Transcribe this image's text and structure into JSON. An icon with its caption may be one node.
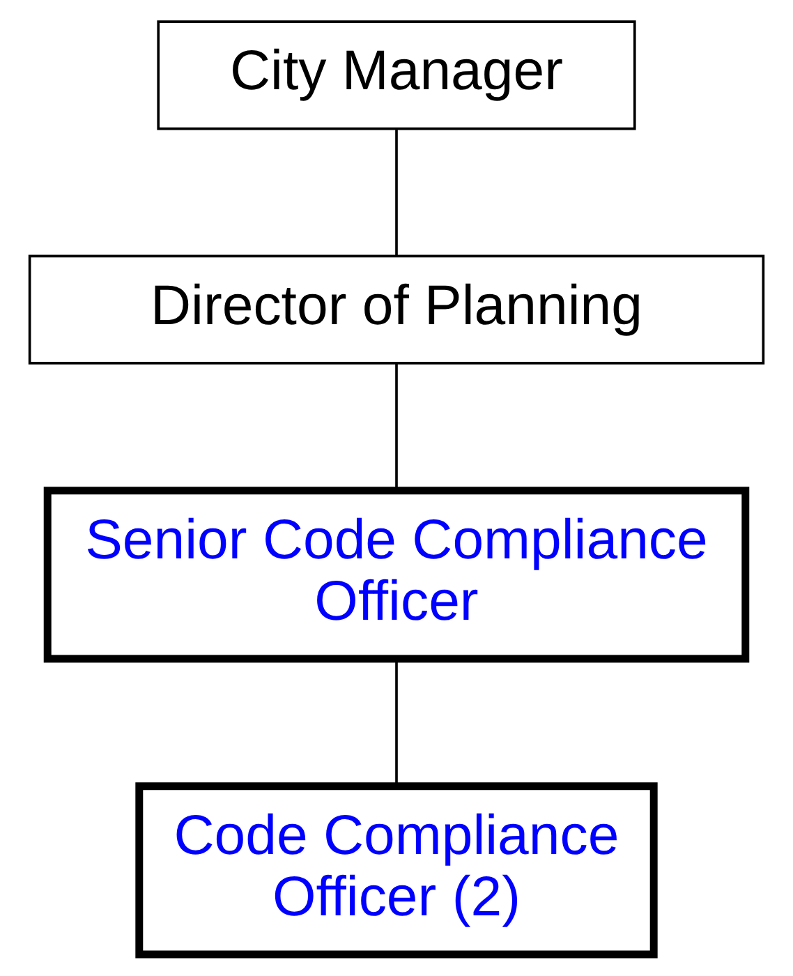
{
  "diagram": {
    "nodes": [
      {
        "text": [
          "City Manager"
        ]
      },
      {
        "text": [
          "Director of Planning"
        ]
      },
      {
        "text": [
          "Senior Code Compliance Officer"
        ]
      },
      {
        "text": [
          "Code Compliance Officer (2)"
        ]
      }
    ],
    "edges": [
      {
        "from": 0,
        "to": 1,
        "arrow": "none"
      },
      {
        "from": 1,
        "to": 2,
        "arrow": "none"
      },
      {
        "from": 2,
        "to": 3,
        "arrow": "none"
      }
    ]
  }
}
